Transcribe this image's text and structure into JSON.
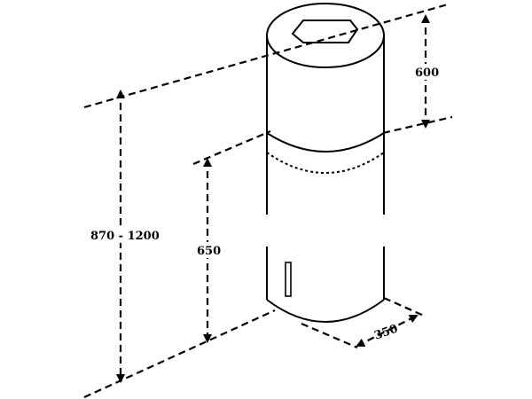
{
  "dimensions": {
    "total_height": "870 - 1200",
    "upper_section_height": "600",
    "lower_section_height": "650",
    "diameter": "350"
  }
}
